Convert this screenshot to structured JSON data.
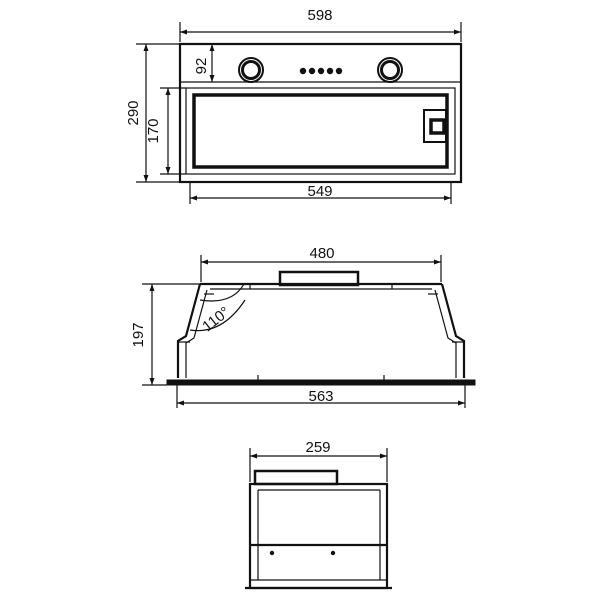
{
  "drawing": {
    "front_view": {
      "width_overall": "598",
      "height_overall": "290",
      "control_panel_height": "92",
      "filter_height": "170",
      "filter_width": "549",
      "control_buttons": [
        "knob",
        "button",
        "button",
        "button",
        "button",
        "button",
        "knob"
      ]
    },
    "side_view": {
      "top_width": "480",
      "height": "197",
      "angle": "110°",
      "bottom_width": "563"
    },
    "end_view": {
      "width": "259"
    }
  }
}
